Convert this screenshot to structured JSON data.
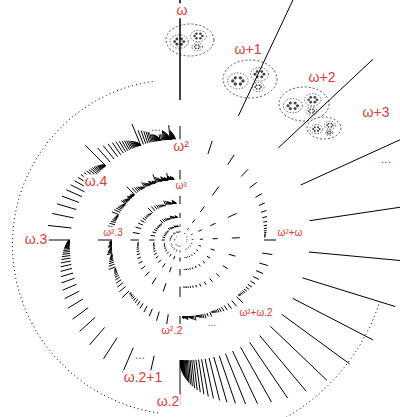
{
  "diagram": {
    "labels": [
      "ω",
      "ω+1",
      "ω+2",
      "ω+3",
      "...",
      "...",
      "ω²",
      "ω.4",
      "ω³",
      "ω.3",
      "ω².3",
      "ω²+ω",
      "...",
      "ω²+ω.2",
      "ω².2",
      "...",
      "ω.2+1",
      "ω.2"
    ]
  }
}
